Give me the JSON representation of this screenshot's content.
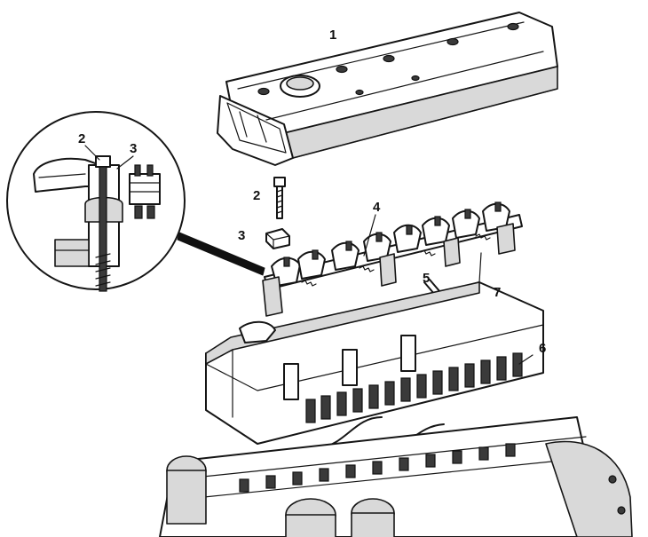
{
  "callouts": [
    {
      "id": "1",
      "text": "1"
    },
    {
      "id": "2",
      "text": "2"
    },
    {
      "id": "3",
      "text": "3"
    },
    {
      "id": "4",
      "text": "4"
    },
    {
      "id": "5",
      "text": "5"
    },
    {
      "id": "6",
      "text": "6"
    },
    {
      "id": "7",
      "text": "7"
    },
    {
      "id": "2-detail",
      "text": "2"
    },
    {
      "id": "3-detail",
      "text": "3"
    }
  ],
  "colors": {
    "line": "#151515",
    "paper": "#ffffff",
    "shade": "#d9d9d9"
  }
}
